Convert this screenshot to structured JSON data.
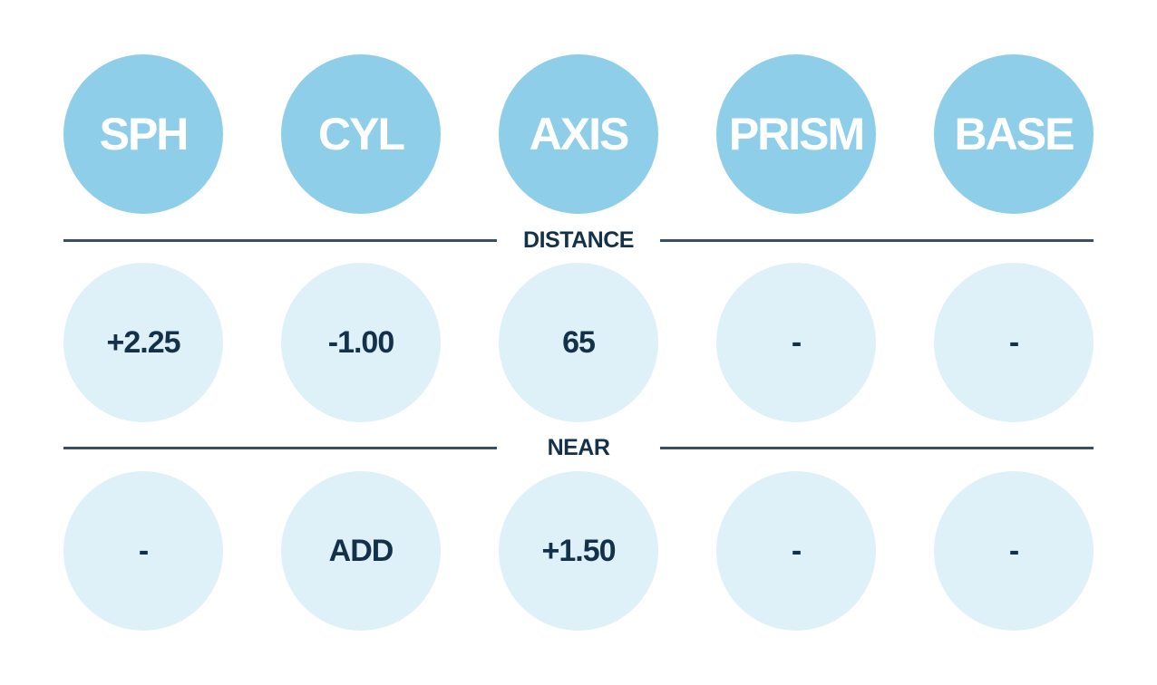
{
  "colors": {
    "header_circle": "#8fcee8",
    "value_circle": "#def0f8",
    "header_text": "#ffffff",
    "value_text": "#14314a",
    "divider_line": "#3a4f62"
  },
  "headers": [
    "SPH",
    "CYL",
    "AXIS",
    "PRISM",
    "BASE"
  ],
  "sections": {
    "distance_label": "DISTANCE",
    "near_label": "NEAR"
  },
  "distance": [
    "+2.25",
    "-1.00",
    "65",
    "-",
    "-"
  ],
  "near": [
    "-",
    "ADD",
    "+1.50",
    "-",
    "-"
  ]
}
